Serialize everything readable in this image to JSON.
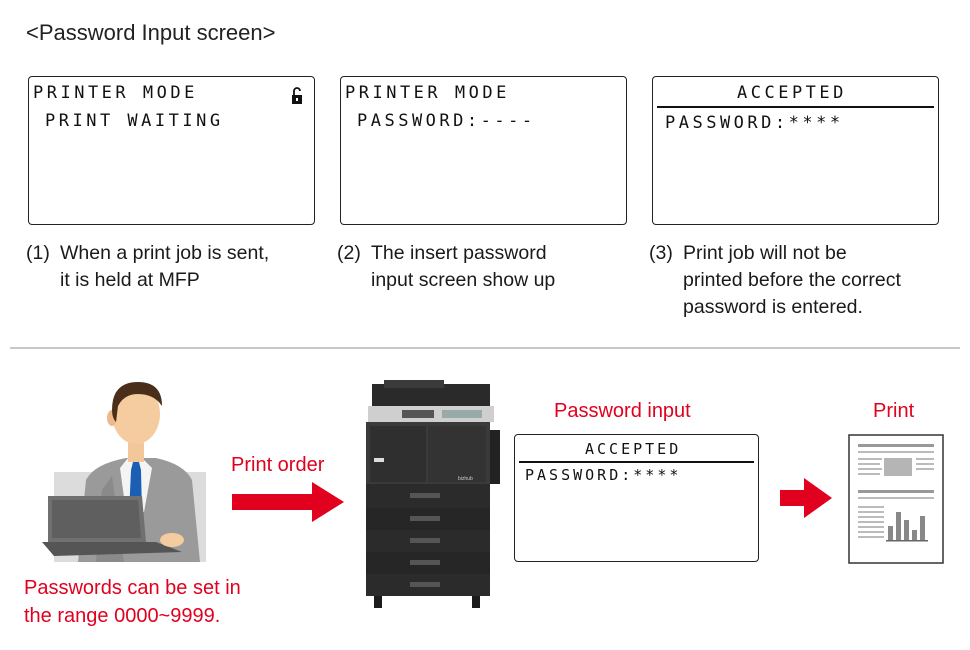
{
  "header": {
    "title": "<Password Input screen>"
  },
  "screens": [
    {
      "line1": "PRINTER MODE",
      "line2": "PRINT WAITING",
      "icon": "lock-icon",
      "caption_num": "(1)",
      "caption_lines": [
        "When a print job is sent,",
        "it is held at MFP"
      ]
    },
    {
      "line1": "PRINTER MODE",
      "line2": "PASSWORD:----",
      "caption_num": "(2)",
      "caption_lines": [
        "The insert password",
        "input screen show up"
      ]
    },
    {
      "line1": "ACCEPTED",
      "line2": "PASSWORD:****",
      "caption_num": "(3)",
      "caption_lines": [
        "Print job will not be",
        "printed before the correct",
        "password is entered."
      ]
    }
  ],
  "flow": {
    "print_order_label": "Print order",
    "password_input_label": "Password input",
    "print_label": "Print",
    "note_lines": [
      "Passwords can be set in",
      "the range 0000~9999."
    ],
    "lcd": {
      "line1": "ACCEPTED",
      "line2": "PASSWORD:****"
    },
    "mfp_model_text": "bizhub"
  },
  "colors": {
    "accent": "#e1001e",
    "text": "#222222",
    "divider": "#c8c8c8"
  }
}
